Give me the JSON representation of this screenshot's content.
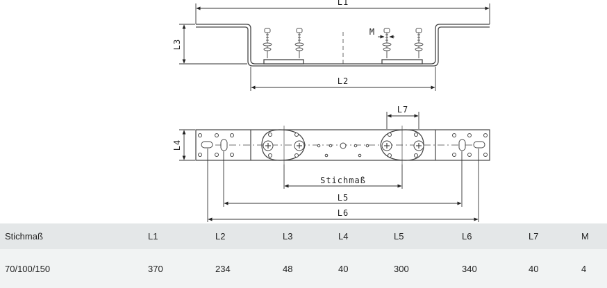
{
  "drawing": {
    "labels": {
      "L1": "L1",
      "L2": "L2",
      "L3": "L3",
      "M": "M",
      "L4": "L4",
      "L7": "L7",
      "stichmass": "Stichmaß",
      "L5": "L5",
      "L6": "L6"
    }
  },
  "table": {
    "headers": [
      "Stichmaß",
      "L1",
      "L2",
      "L3",
      "L4",
      "L5",
      "L6",
      "L7",
      "M"
    ],
    "rows": [
      [
        "70/100/150",
        "370",
        "234",
        "48",
        "40",
        "300",
        "340",
        "40",
        "4"
      ]
    ]
  }
}
